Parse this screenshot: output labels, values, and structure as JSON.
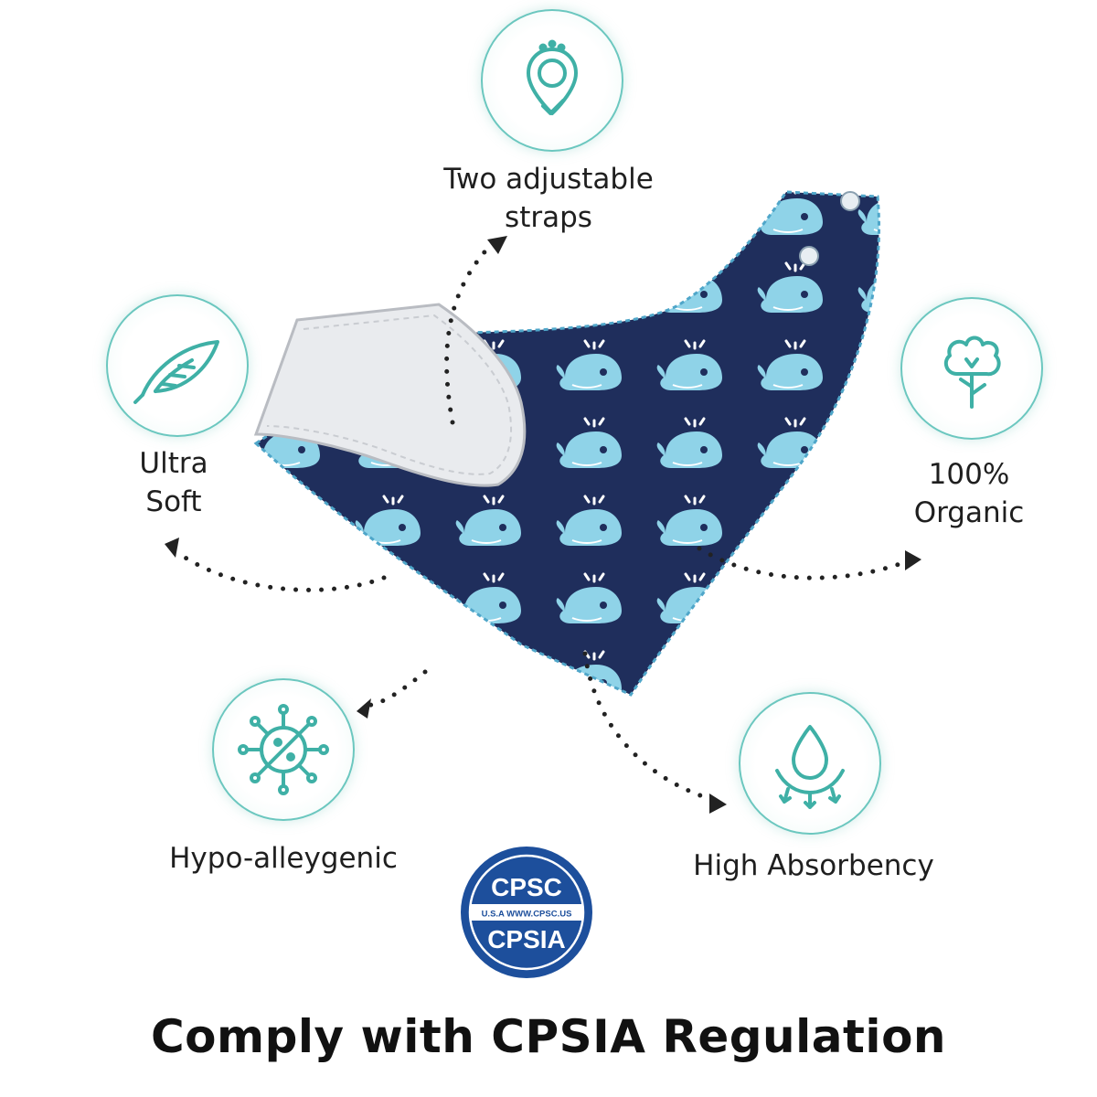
{
  "features": {
    "straps": {
      "line1": "Two adjustable",
      "line2": "straps",
      "icon": "pin-check-icon"
    },
    "soft": {
      "line1": "Ultra",
      "line2": "Soft",
      "icon": "feather-icon"
    },
    "organic": {
      "line1": "100%",
      "line2": "Organic",
      "icon": "cotton-icon"
    },
    "hypo": {
      "line1": "Hypo-alleygenic",
      "icon": "virus-blocked-icon"
    },
    "absorbency": {
      "line1": "High Absorbency",
      "icon": "water-drop-icon"
    }
  },
  "badge": {
    "top": "CPSC",
    "middle": "U.S.A WWW.CPSC.US",
    "bottom": "CPSIA"
  },
  "headline": "Comply with CPSIA Regulation",
  "colors": {
    "accent": "#3fb0a6",
    "bib_navy": "#1f2e5c",
    "whale": "#8fd3e8",
    "badge_blue": "#1d4f9c"
  }
}
